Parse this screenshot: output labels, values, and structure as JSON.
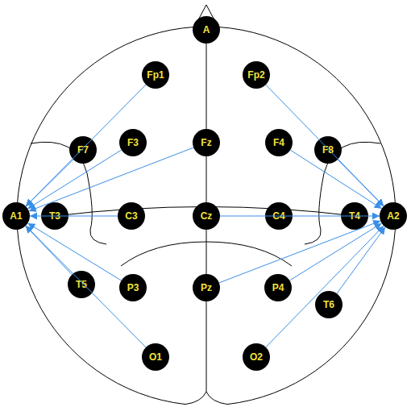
{
  "diagram": {
    "nodes": [
      {
        "text": [
          "A"
        ]
      },
      {
        "text": [
          "Fp1"
        ]
      },
      {
        "text": [
          "Fp2"
        ]
      },
      {
        "text": [
          "F7"
        ]
      },
      {
        "text": [
          "F3"
        ]
      },
      {
        "text": [
          "Fz"
        ]
      },
      {
        "text": [
          "F4"
        ]
      },
      {
        "text": [
          "F8"
        ]
      },
      {
        "text": [
          "A1"
        ]
      },
      {
        "text": [
          "T3"
        ]
      },
      {
        "text": [
          "C3"
        ]
      },
      {
        "text": [
          "Cz"
        ]
      },
      {
        "text": [
          "C4"
        ]
      },
      {
        "text": [
          "T4"
        ]
      },
      {
        "text": [
          "A2"
        ]
      },
      {
        "text": [
          "T5"
        ]
      },
      {
        "text": [
          "P3"
        ]
      },
      {
        "text": [
          "Pz"
        ]
      },
      {
        "text": [
          "P4"
        ]
      },
      {
        "text": [
          "T6"
        ]
      },
      {
        "text": [
          "O1"
        ]
      },
      {
        "text": [
          "O2"
        ]
      }
    ],
    "edges": [
      {
        "from": 1,
        "to": 8,
        "arrow": "to"
      },
      {
        "from": 3,
        "to": 8,
        "arrow": "to"
      },
      {
        "from": 4,
        "to": 8,
        "arrow": "to"
      },
      {
        "from": 5,
        "to": 8,
        "arrow": "to"
      },
      {
        "from": 10,
        "to": 8,
        "arrow": "to"
      },
      {
        "from": 16,
        "to": 8,
        "arrow": "to"
      },
      {
        "from": 15,
        "to": 8,
        "arrow": "to"
      },
      {
        "from": 20,
        "to": 8,
        "arrow": "to"
      },
      {
        "from": 2,
        "to": 14,
        "arrow": "to"
      },
      {
        "from": 7,
        "to": 14,
        "arrow": "to"
      },
      {
        "from": 6,
        "to": 14,
        "arrow": "to"
      },
      {
        "from": 11,
        "to": 14,
        "arrow": "to"
      },
      {
        "from": 17,
        "to": 14,
        "arrow": "to"
      },
      {
        "from": 18,
        "to": 14,
        "arrow": "to"
      },
      {
        "from": 19,
        "to": 14,
        "arrow": "to"
      },
      {
        "from": 21,
        "to": 14,
        "arrow": "to"
      }
    ]
  }
}
